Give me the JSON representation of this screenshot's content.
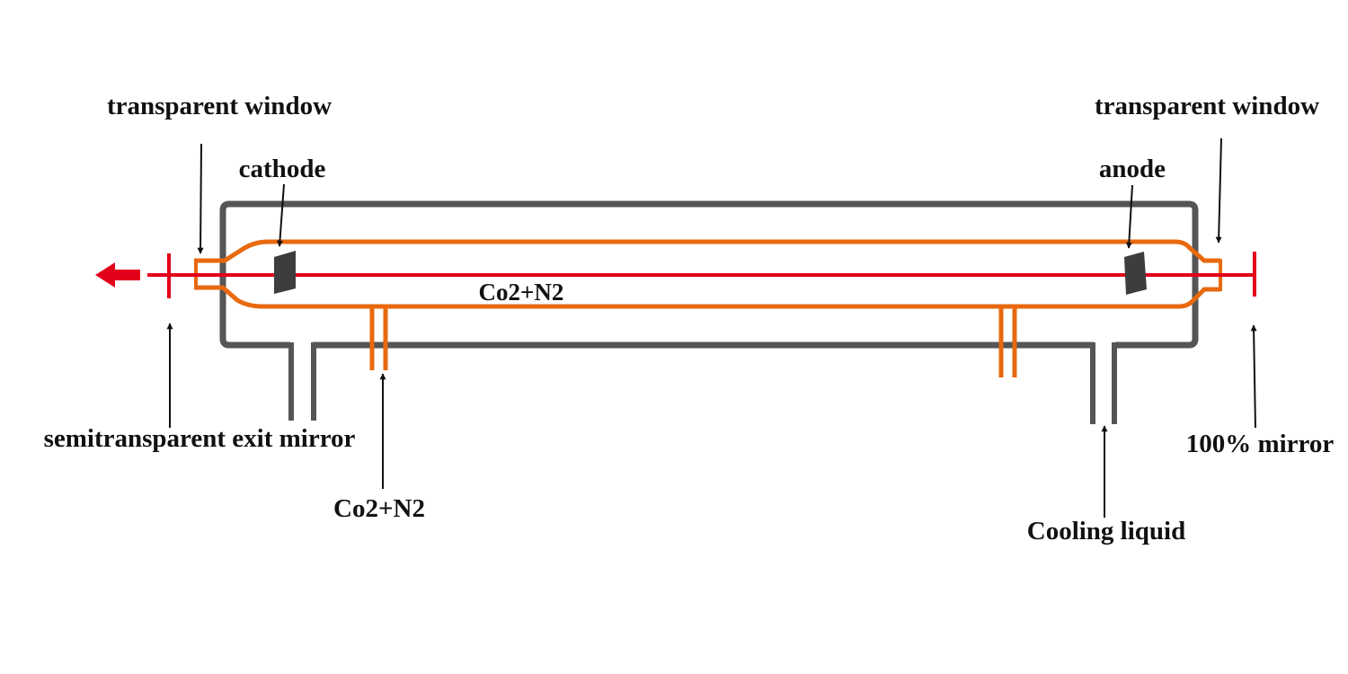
{
  "diagram": {
    "labels": {
      "window_left": "transparent window",
      "window_right": "transparent window",
      "cathode": "cathode",
      "anode": "anode",
      "gas_inside": "Co2+N2",
      "gas_inlet": "Co2+N2",
      "exit_mirror": "semitransparent exit mirror",
      "full_mirror": "100% mirror",
      "cooling": "Cooling liquid"
    },
    "colors": {
      "jacket": "#555555",
      "tube": "#e8690e",
      "beam": "#e3001b",
      "electrode": "#3d3d3d",
      "arrow": "#111111",
      "text": "#111111"
    }
  }
}
